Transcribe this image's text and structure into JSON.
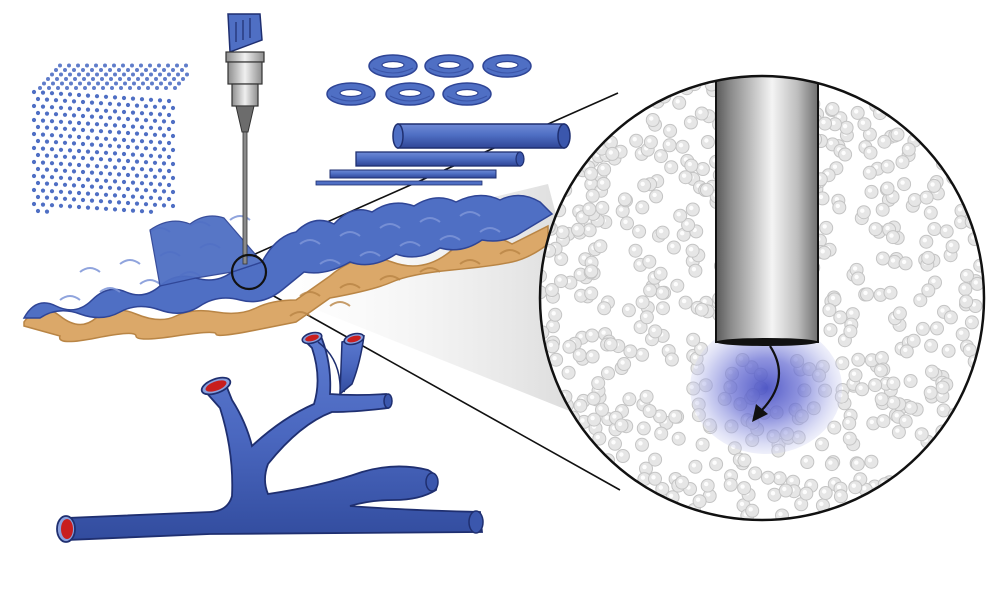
{
  "colors": {
    "blue": "#4f6fc4",
    "blue_dark": "#2f4596",
    "blue_light": "#7d95d8",
    "tan": "#dba869",
    "tan_dark": "#b98545",
    "red": "#c81e1e",
    "nozzle_gray": "#9a9a9a",
    "bead_gray": "#c4c4c4",
    "zoom_shade": "#d9d9d9",
    "deposit_blue": "#5560cc"
  },
  "icons": {
    "print_nozzle": "syringe-nozzle-icon",
    "magnifier_circle": "zoom-circle-icon"
  },
  "components": [
    "nanoparticle-lattice",
    "ring-particles",
    "rod-fibers",
    "wavy-sheet",
    "branching-vessel"
  ]
}
